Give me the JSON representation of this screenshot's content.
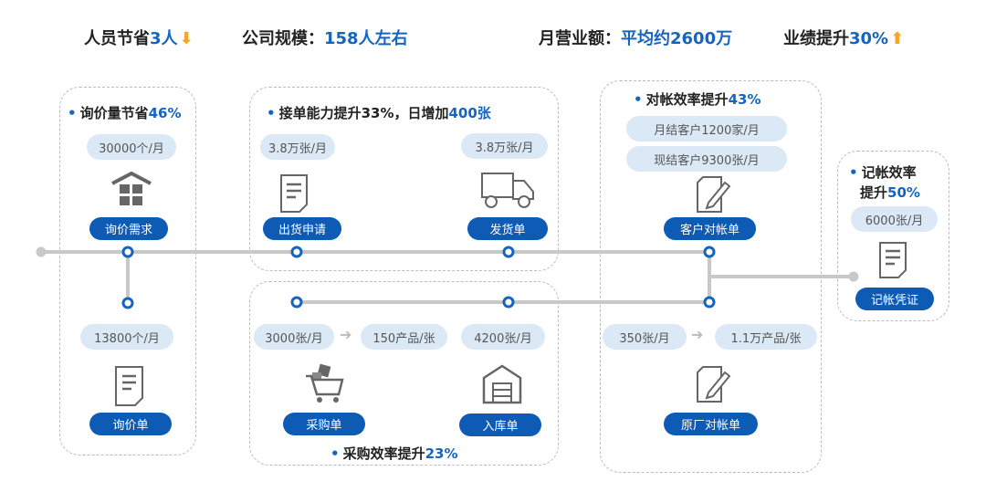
{
  "header": {
    "staff_label": "人员节省",
    "staff_value": "3人",
    "scale_label": "公司规模：",
    "scale_value": "158人左右",
    "revenue_label": "月营业额：",
    "revenue_value": "平均约2600万",
    "perf_label": "业绩提升",
    "perf_value": "30%"
  },
  "inquiry": {
    "title": "询价量节省",
    "title_value": "46%",
    "top_volume": "30000个/月",
    "top_button": "询价需求",
    "bottom_volume": "13800个/月",
    "bottom_button": "询价单"
  },
  "orders": {
    "title": "接单能力提升33%，日增加",
    "title_value": "400张",
    "left_volume": "3.8万张/月",
    "left_button": "出货申请",
    "right_volume": "3.8万张/月",
    "right_button": "发货单"
  },
  "purchase": {
    "title": "采购效率提升",
    "title_value": "23%",
    "vol1": "3000张/月",
    "vol2": "150产品/张",
    "vol3": "4200张/月",
    "left_button": "采购单",
    "right_button": "入库单"
  },
  "reconcile": {
    "title": "对帐效率提升",
    "title_value": "43%",
    "vol1": "月结客户1200家/月",
    "vol2": "现结客户9300张/月",
    "top_button": "客户对帐单",
    "vol3": "350张/月",
    "vol4": "1.1万产品/张",
    "bottom_button": "原厂对帐单"
  },
  "bookkeeping": {
    "title_line1": "记帐效率",
    "title_line2": "提升",
    "title_value": "50%",
    "volume": "6000张/月",
    "button": "记帐凭证"
  },
  "colors": {
    "accent": "#1565c0",
    "button": "#0d5bb5",
    "pill": "#dbe9f6",
    "arrow": "#f5a623"
  }
}
